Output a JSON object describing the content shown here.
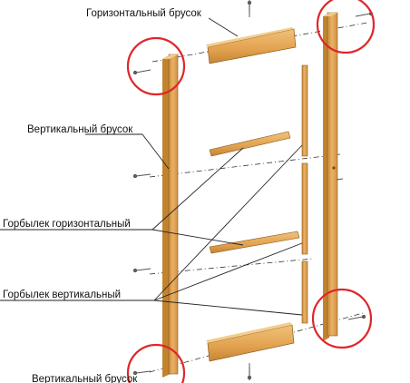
{
  "labels": {
    "horizontal_bar": "Горизонтальный брусок",
    "vertical_bar_top": "Вертикальный брусок",
    "slab_horizontal": "Горбылек горизонтальный",
    "slab_vertical": "Горбылек вертикальный",
    "vertical_bar_bottom": "Вертикальный брусок"
  },
  "colors": {
    "wood": "#e3a54e",
    "wood_dark": "#b97a2c",
    "wood_light": "#f0c27a",
    "highlight_circle": "#e0262a",
    "lines": "#222222"
  }
}
